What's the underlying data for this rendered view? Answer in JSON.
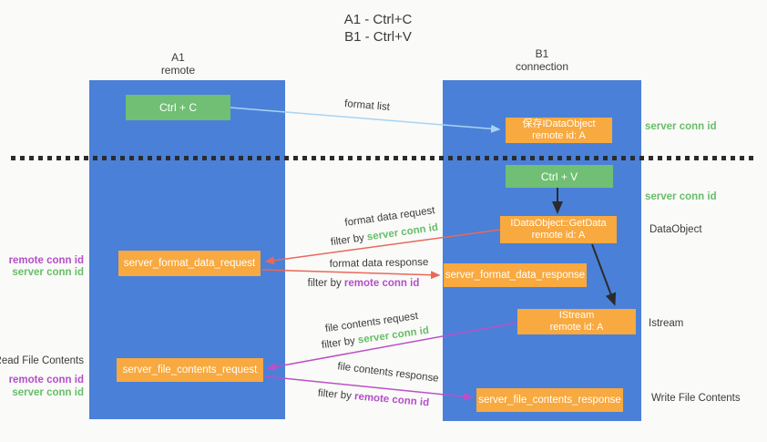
{
  "colors": {
    "background": "#fafaf8",
    "column_blue": "#4a80d8",
    "box_green": "#70bf74",
    "box_orange": "#f8a93f",
    "arrow_blue": "#a9d3f2",
    "arrow_red": "#e8695a",
    "arrow_purple": "#bb50c8",
    "arrow_black": "#2b2b2b",
    "text_green": "#67be6a",
    "text_purple": "#b44fc8",
    "text_dark": "#3b3b3b"
  },
  "title": {
    "line1": "A1 - Ctrl+C",
    "line2": "B1 - Ctrl+V"
  },
  "columns": {
    "a1": {
      "name": "A1",
      "subtitle": "remote"
    },
    "b1": {
      "name": "B1",
      "subtitle": "connection"
    }
  },
  "nodes": {
    "ctrl_c": {
      "label": "Ctrl + C"
    },
    "ctrl_v": {
      "label": "Ctrl + V"
    },
    "save_dataobject": {
      "line1": "保存IDataObject",
      "line2": "remote id: A"
    },
    "getdata": {
      "line1": "IDataObject::GetData",
      "line2": "remote id: A"
    },
    "istream": {
      "line1": "IStream",
      "line2": "remote id: A"
    },
    "format_request": {
      "label": "server_format_data_request"
    },
    "format_response": {
      "label": "server_format_data_response"
    },
    "file_request": {
      "label": "server_file_contents_request"
    },
    "file_response": {
      "label": "server_file_contents_response"
    }
  },
  "arrow_labels": {
    "format_list": "format list",
    "format_data_request": "format data request",
    "filter_request_1": {
      "prefix": "filter by ",
      "id": "server conn id"
    },
    "format_data_response": "format data response",
    "filter_response_1": {
      "prefix": "filter by ",
      "id": "remote conn id"
    },
    "file_contents_request": "file contents request",
    "filter_request_2": {
      "prefix": "filter by ",
      "id": "server conn id"
    },
    "file_contents_response": "file contents response",
    "filter_response_2": {
      "prefix": "filter by ",
      "id": "remote conn id"
    }
  },
  "side_labels": {
    "right_server_conn_1": "server conn id",
    "right_server_conn_2": "server conn id",
    "dataobject": "DataObject",
    "istream": "Istream",
    "write_file": "Write File Contents",
    "left_remote_conn_1": "remote conn id",
    "left_server_conn_1": "server conn id",
    "read_file": "Read File Contents",
    "left_remote_conn_2": "remote conn id",
    "left_server_conn_2": "server conn id"
  }
}
